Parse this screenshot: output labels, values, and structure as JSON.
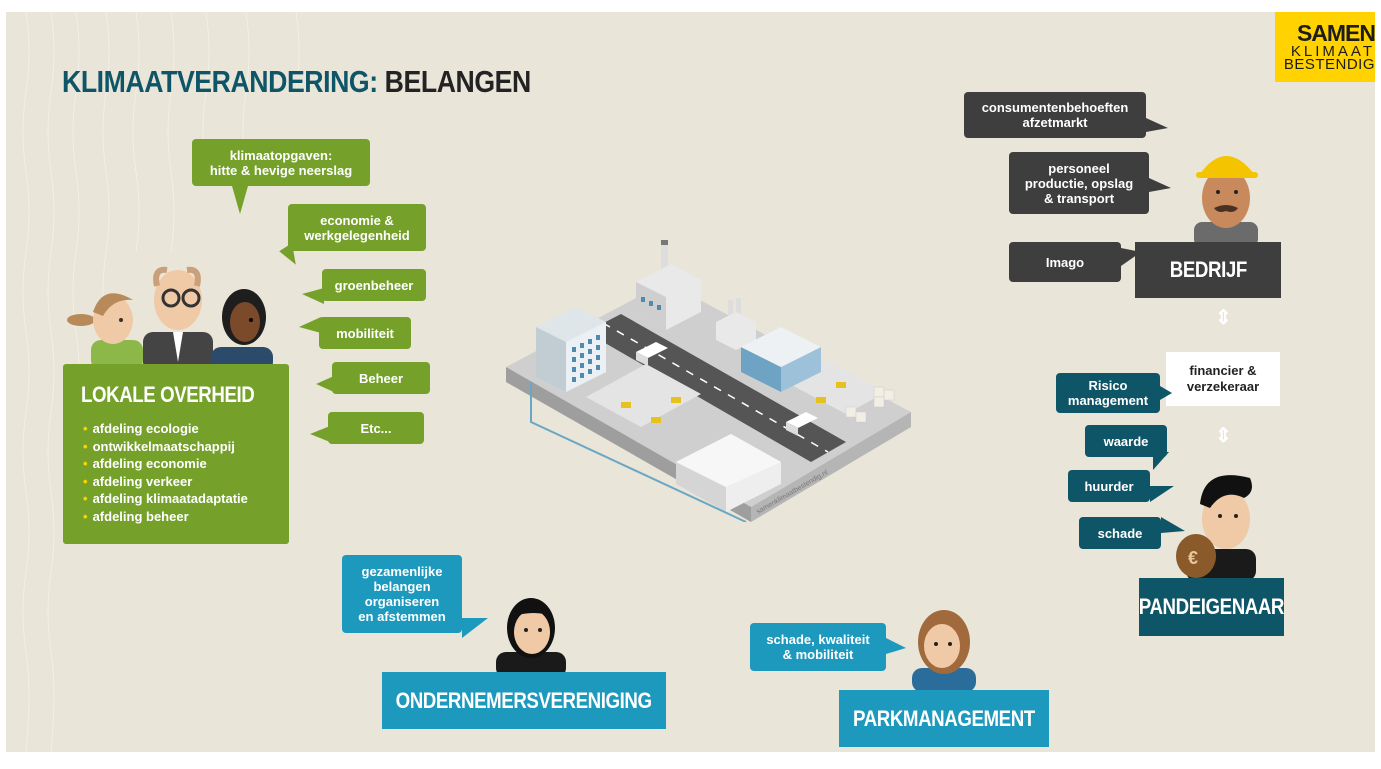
{
  "header": {
    "title_part1": "KLIMAATVERANDERING:",
    "title_part2": "BELANGEN",
    "logo_line1": "SAMEN",
    "logo_line2": "KLIMAAT",
    "logo_line3": "BESTENDIG"
  },
  "lokale_overheid": {
    "title": "LOKALE OVERHEID",
    "items": [
      "afdeling ecologie",
      "ontwikkelmaatschappij",
      "afdeling economie",
      "afdeling verkeer",
      "afdeling klimaatadaptatie",
      "afdeling beheer"
    ],
    "bubbles": [
      "klimaatopgaven:\nhitte & hevige neerslag",
      "economie &\nwerkgelegenheid",
      "groenbeheer",
      "mobiliteit",
      "Beheer",
      "Etc..."
    ]
  },
  "bedrijf": {
    "title": "BEDRIJF",
    "bubbles": [
      "consumentenbehoeften\nafzetmarkt",
      "personeel\nproductie, opslag\n& transport",
      "Imago"
    ]
  },
  "financier": {
    "label": "financier &\nverzekeraar",
    "bubble": "Risico\nmanagement"
  },
  "pandeigenaar": {
    "title": "PANDEIGENAAR",
    "bubbles": [
      "waarde",
      "huurder",
      "schade"
    ]
  },
  "ondernemersvereniging": {
    "title": "ONDERNEMERSVERENIGING",
    "bubble": "gezamenlijke\nbelangen\norganiseren\nen afstemmen"
  },
  "parkmanagement": {
    "title": "PARKMANAGEMENT",
    "bubble": "schade, kwaliteit\n& mobiliteit"
  },
  "illustration": {
    "website": "samenklimaatbestendig.nl"
  },
  "colors": {
    "background": "#e9e5d8",
    "green": "#75a12b",
    "dark_grey": "#3e3e3e",
    "dark_teal": "#0f5568",
    "cyan": "#1d99bd",
    "yellow": "#ffd200"
  }
}
